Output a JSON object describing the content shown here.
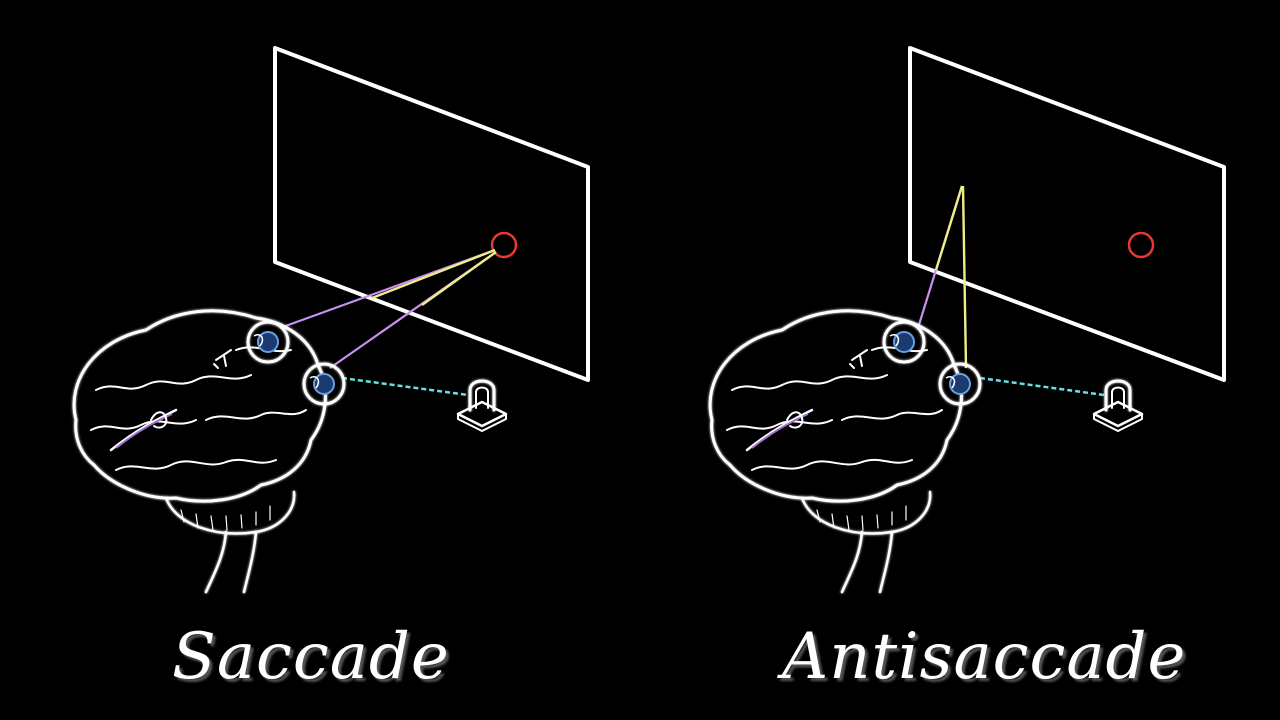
{
  "panels": [
    {
      "id": "saccade",
      "label": "Saccade"
    },
    {
      "id": "antisaccade",
      "label": "Antisaccade"
    }
  ],
  "colors": {
    "background": "#000000",
    "screen_outline": "#ffffff",
    "target": "#e53935",
    "gaze_line_primary": "#eeee88",
    "gaze_line_secondary": "#c890f0",
    "tracker_beam": "#66e0e8",
    "brain_outline": "#ffffff"
  },
  "icons": {
    "target": "red-circle-target-icon",
    "eye_tracker": "eye-tracker-camera-icon",
    "head": "brain-head-sketch-icon"
  }
}
